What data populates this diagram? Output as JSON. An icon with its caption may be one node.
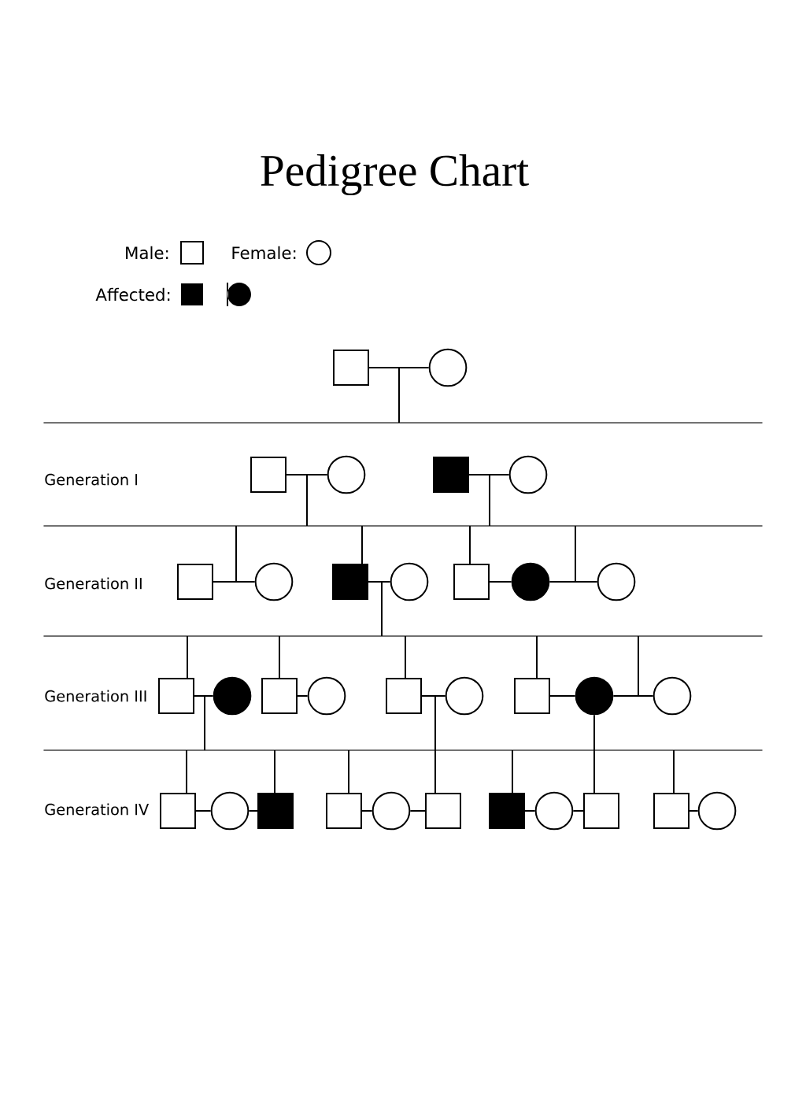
{
  "diagram": {
    "title": "Pedigree Chart",
    "nodes": [
      {
        "text": [],
        "shape": "box"
      },
      {
        "text": [],
        "shape": "circle"
      },
      {
        "text": [],
        "shape": "box"
      },
      {
        "text": [],
        "shape": "circle"
      },
      {
        "text": [],
        "shape": "block"
      },
      {
        "text": [],
        "shape": "circle"
      },
      {
        "text": [],
        "shape": "box"
      },
      {
        "text": [],
        "shape": "circle"
      },
      {
        "text": [],
        "shape": "block"
      },
      {
        "text": [],
        "shape": "circle"
      },
      {
        "text": [],
        "shape": "box"
      },
      {
        "text": [],
        "shape": "dot"
      },
      {
        "text": [],
        "shape": "circle"
      },
      {
        "text": [],
        "shape": "box"
      },
      {
        "text": [],
        "shape": "dot"
      },
      {
        "text": [],
        "shape": "box"
      },
      {
        "text": [],
        "shape": "circle"
      },
      {
        "text": [],
        "shape": "box"
      },
      {
        "text": [],
        "shape": "circle"
      },
      {
        "text": [],
        "shape": "box"
      },
      {
        "text": [],
        "shape": "dot"
      },
      {
        "text": [],
        "shape": "circle"
      },
      {
        "text": [],
        "shape": "box"
      },
      {
        "text": [],
        "shape": "circle"
      },
      {
        "text": [],
        "shape": "block"
      },
      {
        "text": [],
        "shape": "box"
      },
      {
        "text": [],
        "shape": "circle"
      },
      {
        "text": [],
        "shape": "box"
      },
      {
        "text": [],
        "shape": "block"
      },
      {
        "text": [],
        "shape": "circle"
      },
      {
        "text": [],
        "shape": "box"
      },
      {
        "text": [],
        "shape": "box"
      },
      {
        "text": [],
        "shape": "circle"
      },
      {
        "text": [],
        "shape": "bar"
      },
      {
        "text": [],
        "shape": "bar"
      },
      {
        "text": [],
        "shape": "bar"
      },
      {
        "text": [],
        "shape": "bar"
      }
    ],
    "edges": [
      {
        "from": 0,
        "to": 1,
        "arrow": "none"
      },
      {
        "from": 2,
        "to": 3,
        "arrow": "none"
      },
      {
        "from": 4,
        "to": 5,
        "arrow": "none"
      },
      {
        "from": 6,
        "to": 7,
        "arrow": "none"
      },
      {
        "from": 8,
        "to": 9,
        "arrow": "none"
      },
      {
        "from": 10,
        "to": 11,
        "arrow": "none"
      },
      {
        "from": 11,
        "to": 12,
        "arrow": "none"
      },
      {
        "from": 13,
        "to": 14,
        "arrow": "none"
      },
      {
        "from": 15,
        "to": 16,
        "arrow": "none"
      },
      {
        "from": 17,
        "to": 18,
        "arrow": "none"
      },
      {
        "from": 19,
        "to": 20,
        "arrow": "none"
      },
      {
        "from": 20,
        "to": 21,
        "arrow": "none"
      },
      {
        "from": 20,
        "to": 30,
        "arrow": "none"
      },
      {
        "from": 22,
        "to": 23,
        "arrow": "none"
      },
      {
        "from": 23,
        "to": 24,
        "arrow": "none"
      },
      {
        "from": 25,
        "to": 26,
        "arrow": "none"
      },
      {
        "from": 26,
        "to": 27,
        "arrow": "none"
      },
      {
        "from": 28,
        "to": 29,
        "arrow": "none"
      },
      {
        "from": 29,
        "to": 30,
        "arrow": "none"
      },
      {
        "from": 31,
        "to": 32,
        "arrow": "none"
      },
      {
        "from": 0,
        "to": 33,
        "arrow": "none"
      },
      {
        "from": 1,
        "to": 33,
        "arrow": "none"
      },
      {
        "from": 2,
        "to": 34,
        "arrow": "none"
      },
      {
        "from": 3,
        "to": 34,
        "arrow": "none"
      },
      {
        "from": 4,
        "to": 34,
        "arrow": "none"
      },
      {
        "from": 5,
        "to": 34,
        "arrow": "none"
      },
      {
        "from": 34,
        "to": 6,
        "arrow": "none"
      },
      {
        "from": 34,
        "to": 7,
        "arrow": "none"
      },
      {
        "from": 34,
        "to": 8,
        "arrow": "none"
      },
      {
        "from": 34,
        "to": 10,
        "arrow": "none"
      },
      {
        "from": 34,
        "to": 11,
        "arrow": "none"
      },
      {
        "from": 34,
        "to": 12,
        "arrow": "none"
      },
      {
        "from": 8,
        "to": 35,
        "arrow": "none"
      },
      {
        "from": 9,
        "to": 35,
        "arrow": "none"
      },
      {
        "from": 35,
        "to": 13,
        "arrow": "none"
      },
      {
        "from": 35,
        "to": 15,
        "arrow": "none"
      },
      {
        "from": 35,
        "to": 17,
        "arrow": "none"
      },
      {
        "from": 35,
        "to": 19,
        "arrow": "none"
      },
      {
        "from": 35,
        "to": 20,
        "arrow": "none"
      },
      {
        "from": 35,
        "to": 21,
        "arrow": "none"
      },
      {
        "from": 13,
        "to": 36,
        "arrow": "none"
      },
      {
        "from": 14,
        "to": 36,
        "arrow": "none"
      },
      {
        "from": 17,
        "to": 27,
        "arrow": "none"
      },
      {
        "from": 18,
        "to": 27,
        "arrow": "none"
      },
      {
        "from": 36,
        "to": 22,
        "arrow": "none"
      },
      {
        "from": 36,
        "to": 24,
        "arrow": "none"
      },
      {
        "from": 36,
        "to": 25,
        "arrow": "none"
      },
      {
        "from": 36,
        "to": 28,
        "arrow": "none"
      },
      {
        "from": 36,
        "to": 31,
        "arrow": "none"
      }
    ],
    "labels": [
      "Generation I",
      "Generation II",
      "Generation III",
      "Generation IV"
    ],
    "legend": [
      {
        "text": "Male:"
      },
      {
        "text": "Female:"
      },
      {
        "text": "Affected:"
      }
    ]
  }
}
